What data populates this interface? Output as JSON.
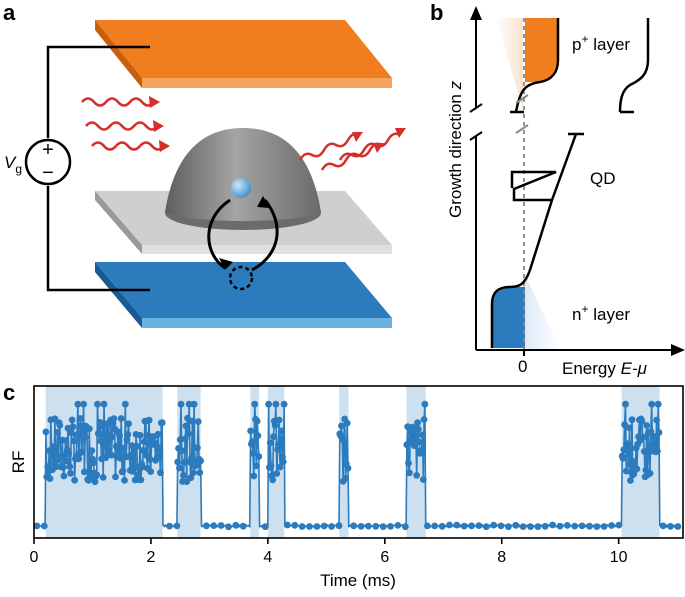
{
  "panel_a": {
    "letter": "a",
    "gate_label": "V",
    "gate_sub": "g",
    "plus": "+",
    "minus": "−",
    "colors": {
      "p_layer": "#f07d1e",
      "p_layer_dark": "#c75f0c",
      "n_layer": "#2b7bbd",
      "n_layer_dark": "#1a5a93",
      "n_layer_light": "#6ab0e3",
      "qd_plane": "#cfcfcf",
      "dome": "#8a8a8a",
      "photon": "#d62f2a",
      "electron": "#5fa8dc"
    }
  },
  "panel_b": {
    "letter": "b",
    "y_axis_label": "Growth direction",
    "y_axis_var": "z",
    "x_axis_label": "Energy",
    "x_axis_var": "E-μ",
    "zero_tick": "0",
    "p_layer_label": "p",
    "p_layer_sup": "+",
    "p_layer_rest": " layer",
    "qd_label": "QD",
    "n_layer_label": "n",
    "n_layer_sup": "+",
    "n_layer_rest": " layer"
  },
  "panel_c": {
    "letter": "c",
    "chart_data": {
      "type": "line",
      "xlabel": "Time (ms)",
      "ylabel": "RF",
      "xlim": [
        0,
        11.1
      ],
      "x_ticks": [
        0,
        2,
        4,
        6,
        8,
        10
      ],
      "x_tick_labels": [
        "0",
        "2",
        "4",
        "6",
        "8",
        "10"
      ],
      "ylim": [
        0,
        1
      ],
      "high_level": 0.58,
      "low_level": 0.08,
      "on_intervals": [
        [
          0.2,
          2.2
        ],
        [
          2.45,
          2.85
        ],
        [
          3.7,
          3.85
        ],
        [
          4.0,
          4.28
        ],
        [
          5.22,
          5.38
        ],
        [
          6.37,
          6.7
        ],
        [
          10.05,
          10.7
        ]
      ],
      "colors": {
        "series": "#2b7bbd",
        "on_shading": "#cde0ef"
      }
    }
  }
}
